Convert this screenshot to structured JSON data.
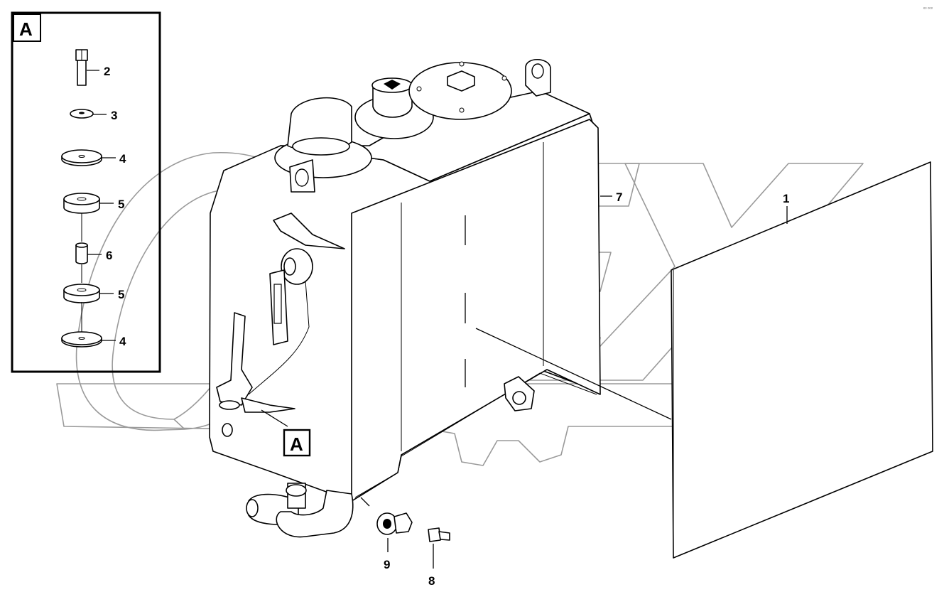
{
  "watermark": {
    "text": "OPEX",
    "color": "#9a9a9a"
  },
  "corner_mark": "ᵉᵒ ᵒᵒᵒ",
  "detail": {
    "label": "A",
    "callouts": [
      {
        "id": "2"
      },
      {
        "id": "3"
      },
      {
        "id": "4"
      },
      {
        "id": "5"
      },
      {
        "id": "6"
      },
      {
        "id": "5"
      },
      {
        "id": "4"
      }
    ]
  },
  "detail_reference_label": "A",
  "main_callouts": [
    {
      "id": "1"
    },
    {
      "id": "7"
    },
    {
      "id": "9"
    },
    {
      "id": "8"
    }
  ]
}
